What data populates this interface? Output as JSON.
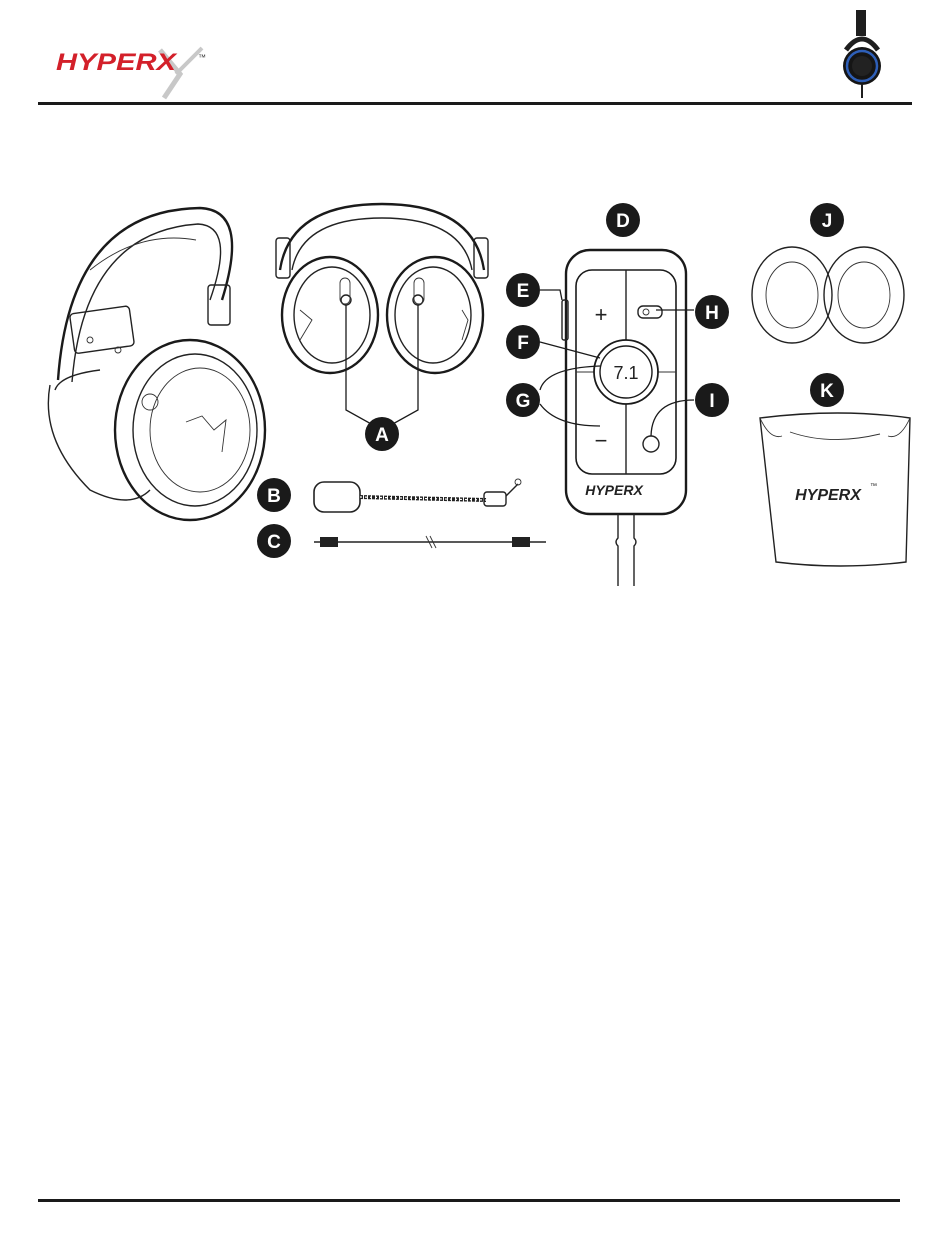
{
  "header": {
    "brand_logo_text": "HYPERX",
    "trademark": "™"
  },
  "controller": {
    "mode_label": "7.1",
    "volume_up_symbol": "+",
    "volume_down_symbol": "−",
    "brand_text": "HYPERX"
  },
  "pouch": {
    "brand_text": "HYPERX",
    "trademark": "™"
  },
  "callouts": {
    "A": "A",
    "B": "B",
    "C": "C",
    "D": "D",
    "E": "E",
    "F": "F",
    "G": "G",
    "H": "H",
    "I": "I",
    "J": "J",
    "K": "K"
  },
  "colors": {
    "brand_red": "#d3202a",
    "ink": "#1a1a1a",
    "product_accent": "#2e5fb8"
  }
}
